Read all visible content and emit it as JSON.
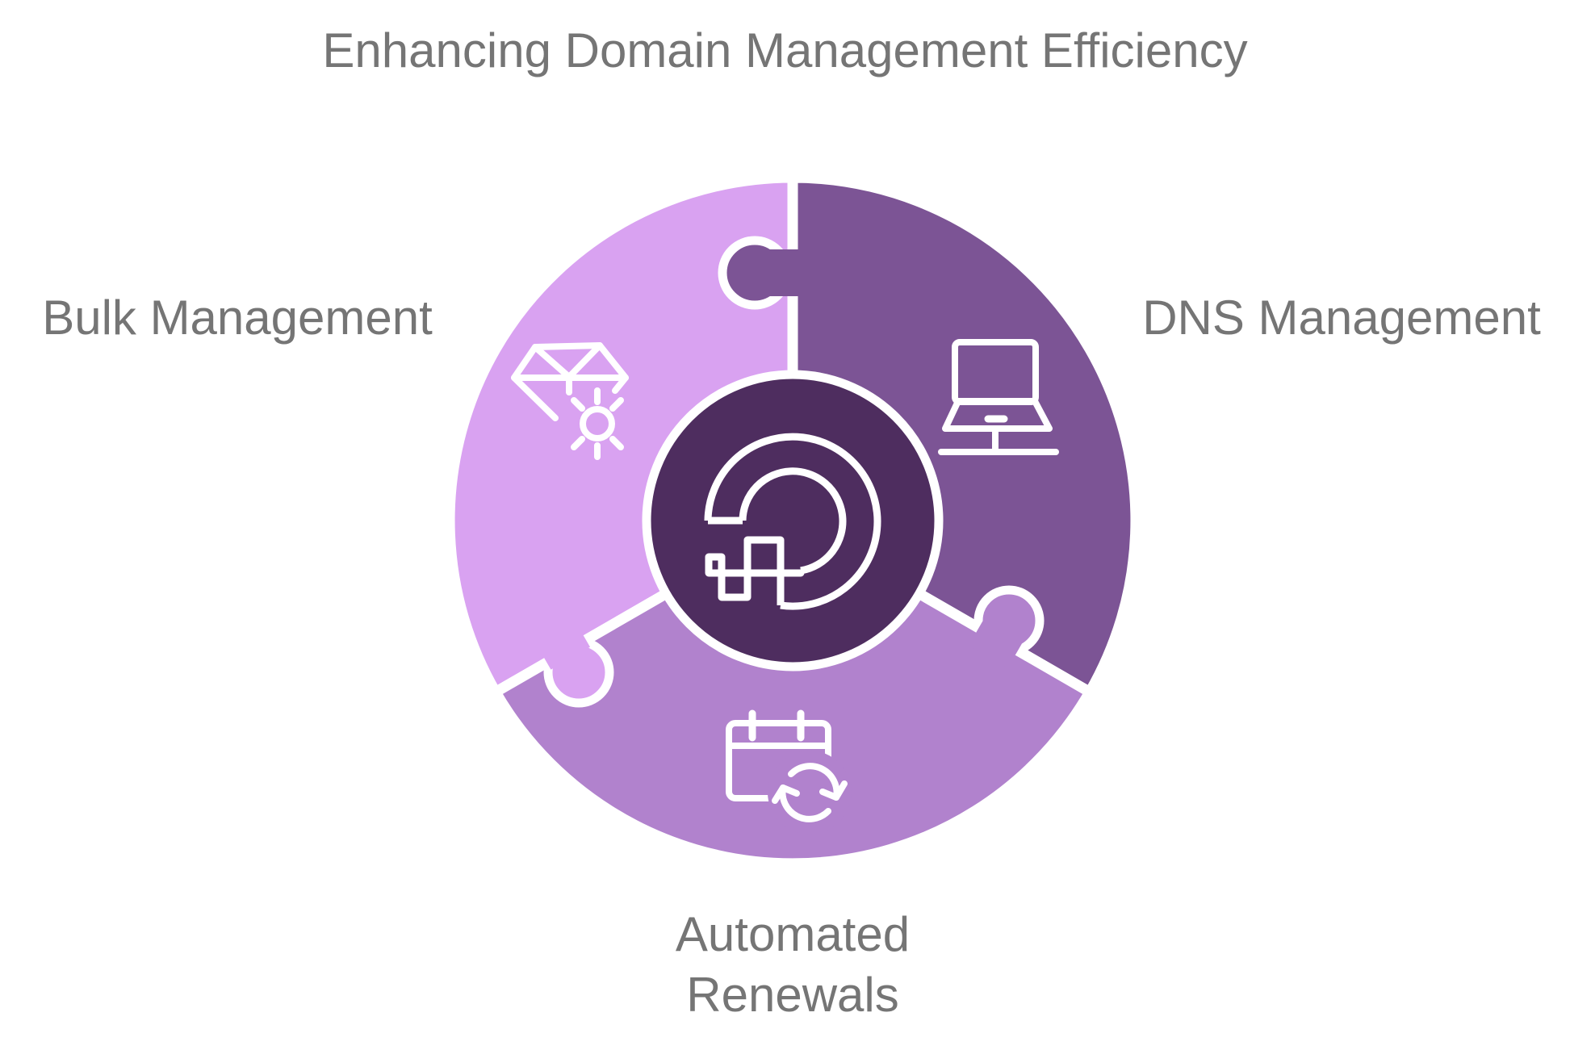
{
  "title": "Enhancing Domain Management Efficiency",
  "diagram": {
    "type": "puzzle-circle",
    "center_logo": "digitalocean-logo",
    "segments": [
      {
        "id": "bulk",
        "label": "Bulk Management",
        "icon": "diamond-sun-icon"
      },
      {
        "id": "dns",
        "label": "DNS Management",
        "icon": "laptop-icon"
      },
      {
        "id": "renewals",
        "label": "Automated Renewals",
        "icon": "calendar-refresh-icon"
      }
    ]
  },
  "colors": {
    "background": "#FFFFFF",
    "segment-bulk": "#D9A2F1",
    "segment-dns": "#7C5495",
    "segment-renewals": "#B182CD",
    "center-disk": "#4E2D5F",
    "outline": "#FFFFFF",
    "label-text": "#757575"
  }
}
